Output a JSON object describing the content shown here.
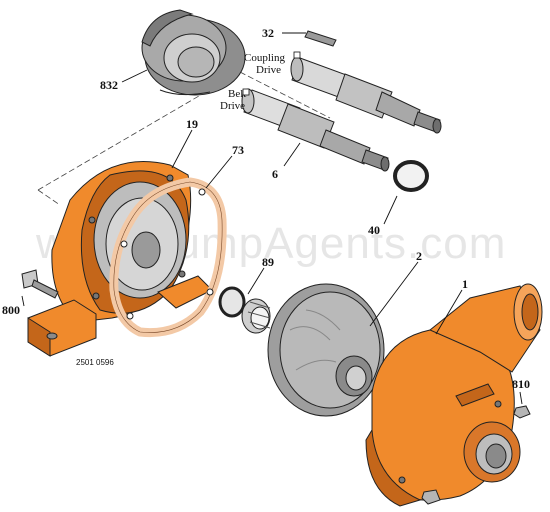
{
  "diagram": {
    "parts": [
      {
        "id": "part-832",
        "number": "832"
      },
      {
        "id": "part-32",
        "number": "32"
      },
      {
        "id": "part-19",
        "number": "19"
      },
      {
        "id": "part-73",
        "number": "73"
      },
      {
        "id": "part-6",
        "number": "6"
      },
      {
        "id": "part-40",
        "number": "40"
      },
      {
        "id": "part-2",
        "number": "2"
      },
      {
        "id": "part-1",
        "number": "1"
      },
      {
        "id": "part-89",
        "number": "89"
      },
      {
        "id": "part-800",
        "number": "800"
      },
      {
        "id": "part-810",
        "number": "810"
      }
    ],
    "notes": {
      "coupling_line1": "Coupling",
      "coupling_line2": "Drive",
      "belt_line1": "Belt",
      "belt_line2": "Drive"
    },
    "doc_number": "2501 0596",
    "watermark": "www.PumpAgents.com",
    "colors": {
      "casing_orange": "#f08a2c",
      "casing_shadow": "#c4661a",
      "gasket": "#f3c9a6",
      "metal_light": "#d9d9d9",
      "metal_mid": "#a8a8a8",
      "metal_dark": "#6e6e6e"
    }
  }
}
